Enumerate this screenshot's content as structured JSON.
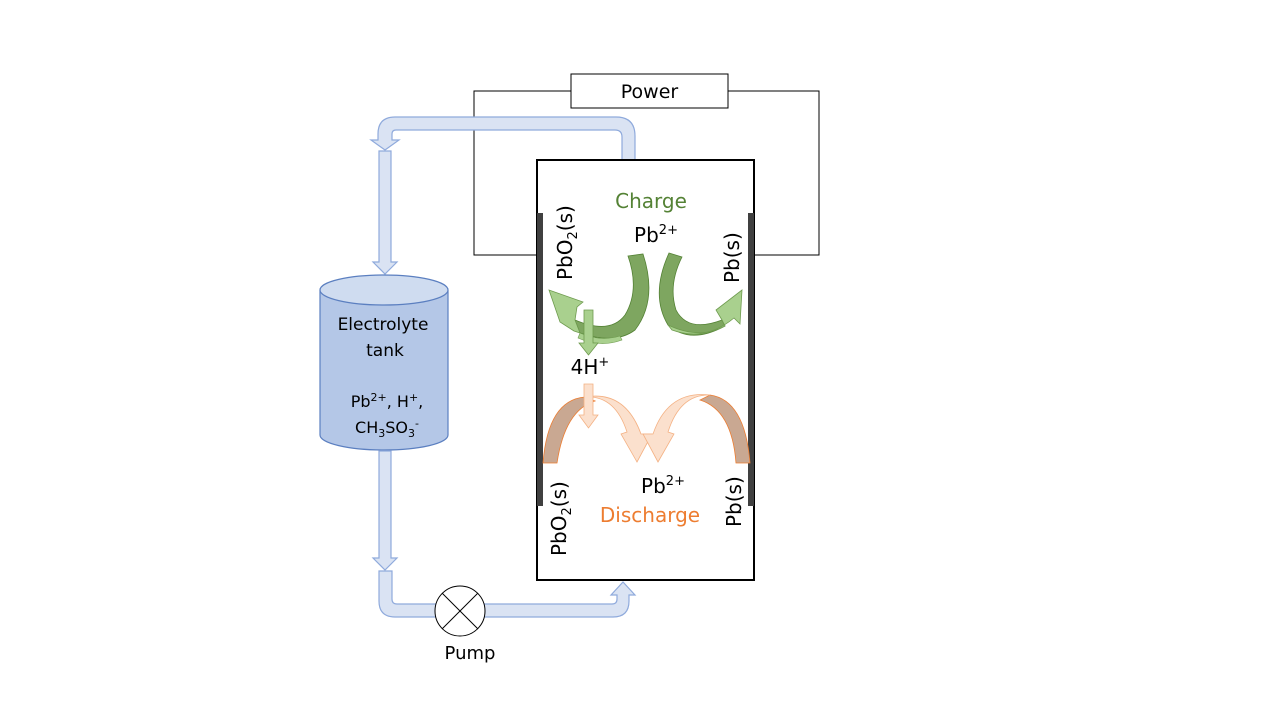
{
  "power": {
    "label": "Power"
  },
  "tank": {
    "title_line1": "Electrolyte",
    "title_line2": "tank",
    "species_line1": "Pb",
    "species_line1_sup": "2+",
    "species_line1_rest": ", H",
    "species_line1_sup2": "+",
    "species_line1_end": ",",
    "species_line2_a": "CH",
    "species_line2_sub1": "3",
    "species_line2_b": "SO",
    "species_line2_sub2": "3",
    "species_line2_sup": "-"
  },
  "pump": {
    "label": "Pump"
  },
  "cell": {
    "charge": {
      "title": "Charge",
      "ion_base": "Pb",
      "ion_sup": "2+",
      "color": "#548235",
      "arrow_dark": "#7ea660",
      "arrow_light": "#a9d08e"
    },
    "discharge": {
      "title": "Discharge",
      "ion_base": "Pb",
      "ion_sup": "2+",
      "color": "#ed7d31",
      "arrow_dark": "#c9a892",
      "arrow_light": "#fbe0cd"
    },
    "proton": {
      "base": "4H",
      "sup": "+"
    },
    "electrodes": {
      "positive_top": {
        "a": "PbO",
        "sub": "2",
        "b": "(s)"
      },
      "negative_top": {
        "label": "Pb(s)"
      },
      "positive_bottom": {
        "a": "PbO",
        "sub": "2",
        "b": "(s)"
      },
      "negative_bottom": {
        "label": "Pb(s)"
      }
    }
  },
  "colors": {
    "pipe_fill": "#dae3f3",
    "pipe_stroke": "#8faadc",
    "tank_fill": "#b4c7e7",
    "tank_top": "#cfdcf0",
    "tank_stroke": "#5b7fc0",
    "electrode": "#404040"
  }
}
